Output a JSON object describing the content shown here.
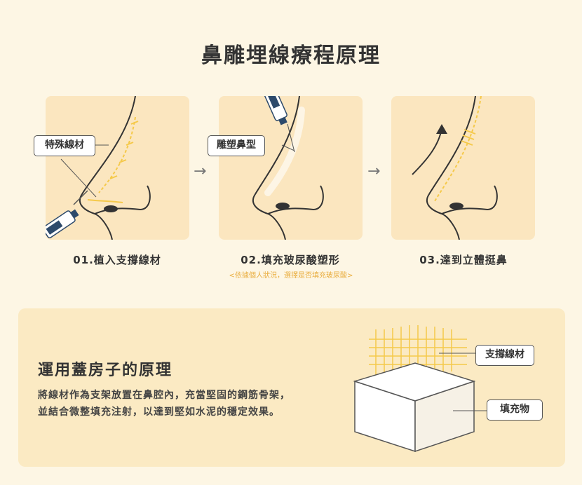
{
  "title": "鼻雕埋線療程原理",
  "steps": [
    {
      "label": "01.植入支撐線材",
      "tag": "特殊線材"
    },
    {
      "label": "02.填充玻尿酸塑形",
      "tag": "雕塑鼻型",
      "note": "<依據個人狀況，選擇是否填充玻尿酸>"
    },
    {
      "label": "03.達到立體挺鼻"
    }
  ],
  "arrow_glyph": "→",
  "bottom": {
    "title": "運用蓋房子的原理",
    "line1": "將線材作為支架放置在鼻腔內，充當堅固的鋼筋骨架，",
    "line2": "並結合微整填充注射，以達到堅如水泥的穩定效果。",
    "tag_support": "支撐線材",
    "tag_filler": "填充物"
  },
  "colors": {
    "background": "#fdf6e4",
    "panel": "#fbe6bf",
    "thread": "#f5c94a",
    "outline": "#333333",
    "note": "#e9ad3e"
  }
}
